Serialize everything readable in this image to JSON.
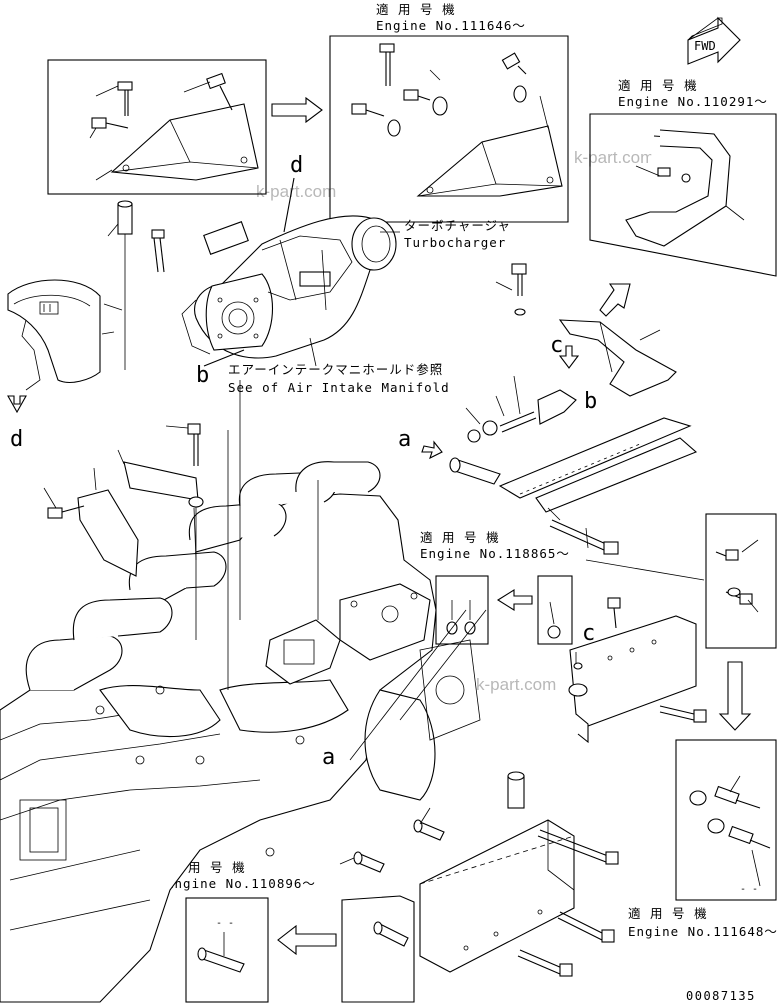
{
  "watermark": "k-part.com",
  "fwd_label": "FWD",
  "callouts": {
    "top_center": {
      "jp": "適 用 号 機",
      "engine": "Engine No.111646～"
    },
    "top_right": {
      "jp": "適 用 号 機",
      "engine": "Engine No.110291～"
    },
    "middle": {
      "jp": "適 用 号 機",
      "engine": "Engine No.118865～"
    },
    "bottom_left": {
      "jp": "適 用 号 機",
      "engine": "Engine No.110896～"
    },
    "bottom_right": {
      "jp": "適 用 号 機",
      "engine": "Engine No.111648～"
    }
  },
  "turbocharger": {
    "jp": "ターボチャージャ",
    "en": "Turbocharger"
  },
  "air_intake": {
    "jp": "エアーインテークマニホールド参照",
    "en": "See of Air Intake Manifold"
  },
  "letters": {
    "a": "a",
    "b": "b",
    "c": "c",
    "d": "d"
  },
  "drawing_number": "00087135"
}
